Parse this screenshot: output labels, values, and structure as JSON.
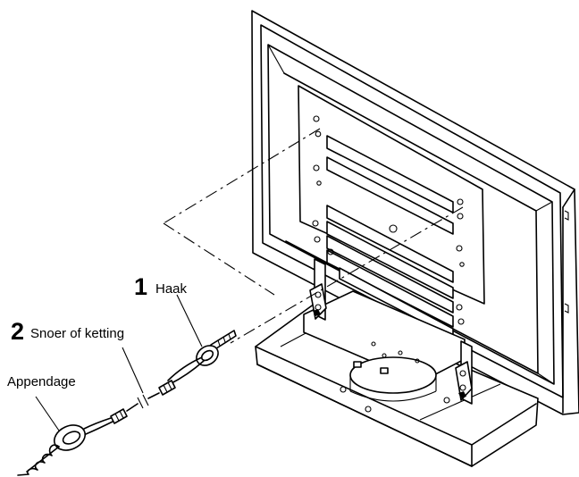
{
  "labels": {
    "hook": {
      "number": "1",
      "text": "Haak"
    },
    "cord": {
      "number": "2",
      "text": "Snoer of ketting"
    },
    "fixture": {
      "text": "Appendage"
    }
  }
}
